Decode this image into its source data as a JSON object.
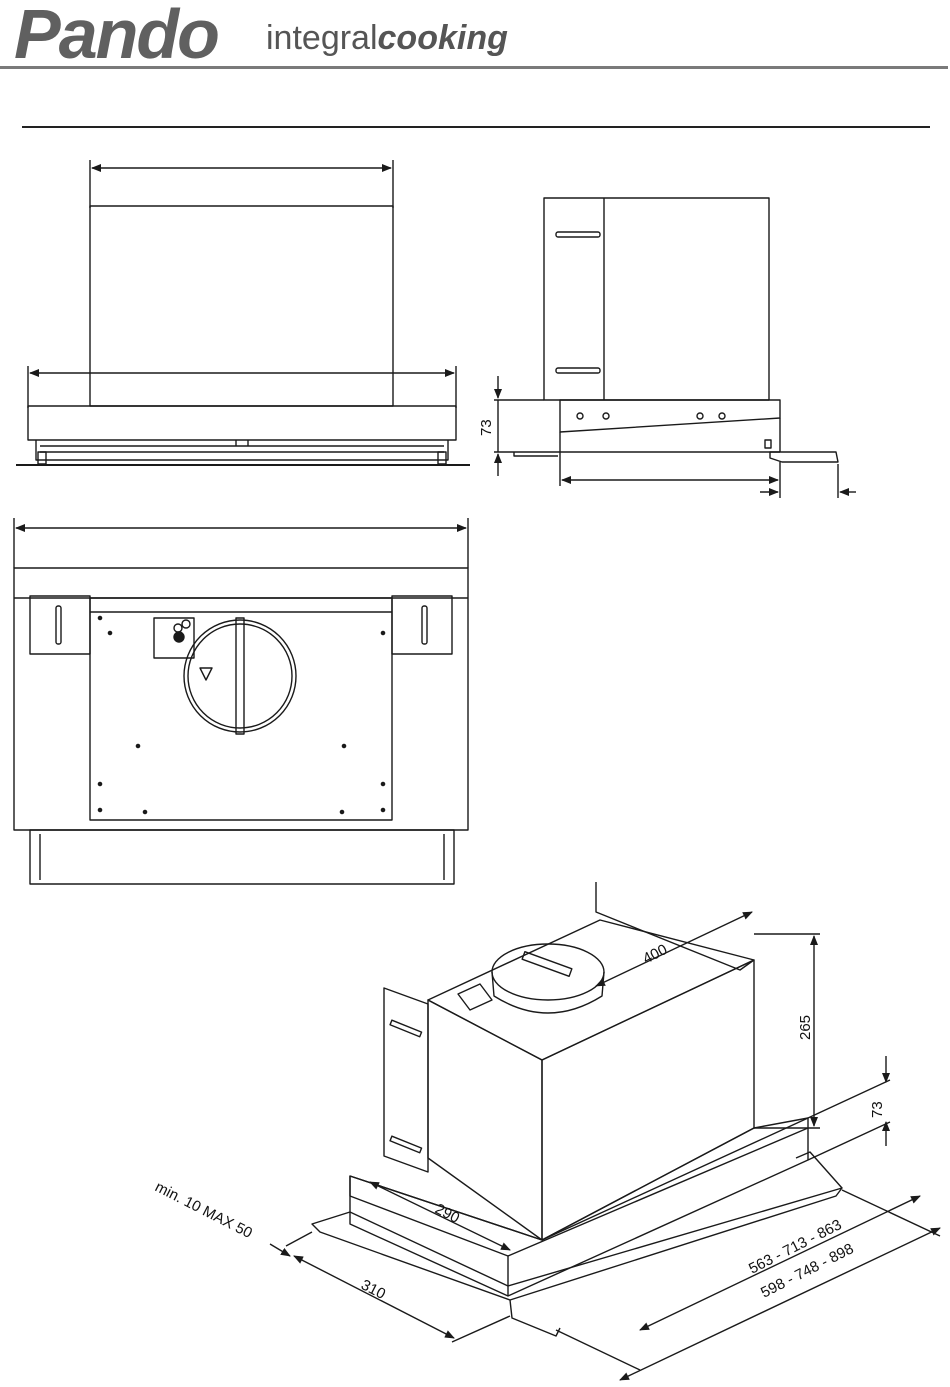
{
  "brand": {
    "name": "Pando",
    "tagline_light": "integral",
    "tagline_bold": "cooking"
  },
  "colors": {
    "brand_gray": "#606060",
    "line": "#1a1a1a",
    "rule": "#7a7a7a"
  },
  "dimensions": {
    "front_height": "73",
    "iso_width": "400",
    "iso_height": "265",
    "iso_panel_height": "73",
    "iso_depth": "290",
    "iso_front_depth": "310",
    "iso_extension": "min. 10 MAX 50",
    "iso_width_inner": "563 - 713 - 863",
    "iso_width_outer": "598 - 748 - 898"
  }
}
